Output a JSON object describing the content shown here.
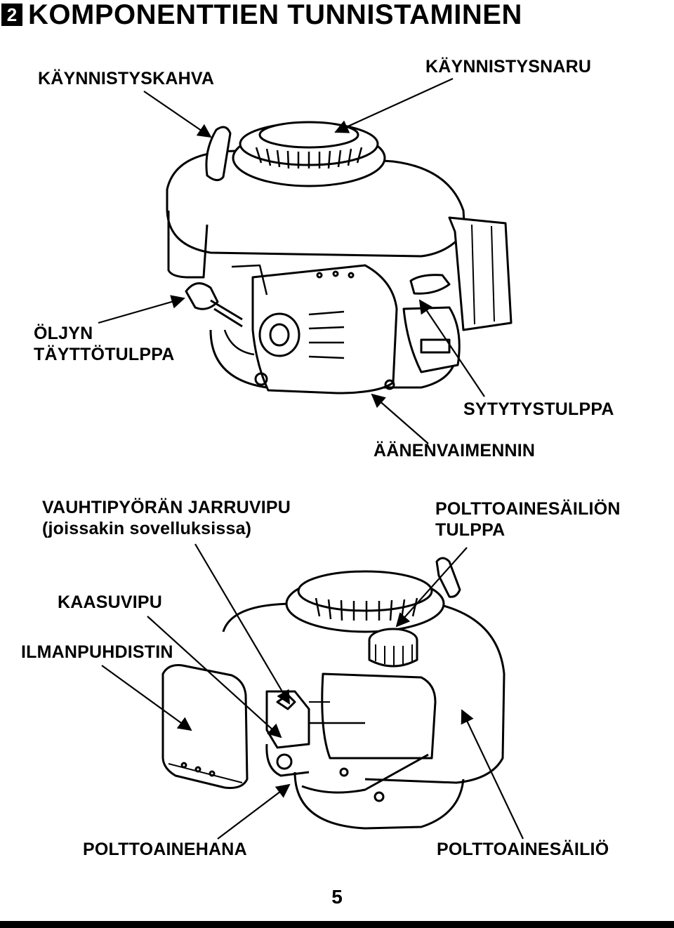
{
  "section": {
    "number": "2",
    "title": "KOMPONENTTIEN TUNNISTAMINEN"
  },
  "labels": {
    "kaynnistyskahva": "KÄYNNISTYSKAHVA",
    "kaynnistysnaru": "KÄYNNISTYSNARU",
    "oljyn_line1": "ÖLJYN",
    "oljyn_line2": "TÄYTTÖTULPPA",
    "sytytystulppa": "SYTYTYSTULPPA",
    "aanenvaimennin": "ÄÄNENVAIMENNIN",
    "vauhtipyora_line1": "VAUHTIPYÖRÄN JARRUVIPU",
    "vauhtipyora_line2": "(joissakin sovelluksissa)",
    "polttoainesailion_line1": "POLTTOAINESÄILIÖN",
    "polttoainesailion_line2": "TULPPA",
    "kaasuvipu": "KAASUVIPU",
    "ilmanpuhdistin": "ILMANPUHDISTIN",
    "polttoainehana": "POLTTOAINEHANA",
    "polttoainesailio": "POLTTOAINESÄILIÖ"
  },
  "page_number": "5"
}
